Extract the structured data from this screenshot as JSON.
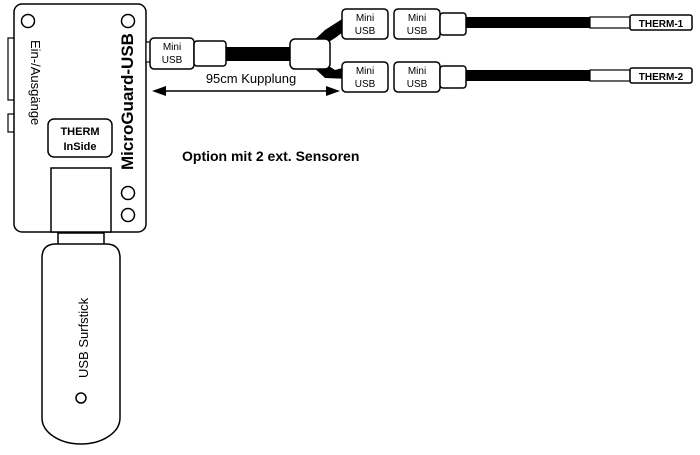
{
  "device": {
    "name": "MicroGuard-USB",
    "ports_label": "Ein-/Ausgänge",
    "badge_line1": "THERM",
    "badge_line2": "InSide"
  },
  "stick": {
    "label": "USB Surfstick"
  },
  "connectors": {
    "main_line1": "Mini",
    "main_line2": "USB",
    "top_a_line1": "Mini",
    "top_a_line2": "USB",
    "top_b_line1": "Mini",
    "top_b_line2": "USB",
    "bot_a_line1": "Mini",
    "bot_a_line2": "USB",
    "bot_b_line1": "Mini",
    "bot_b_line2": "USB"
  },
  "coupling": {
    "label": "95cm Kupplung"
  },
  "sensors": {
    "s1": "THERM-1",
    "s2": "THERM-2"
  },
  "caption": "Option mit 2 ext. Sensoren",
  "colors": {
    "line": "#000000",
    "fill": "#ffffff",
    "cable": "#000000"
  }
}
